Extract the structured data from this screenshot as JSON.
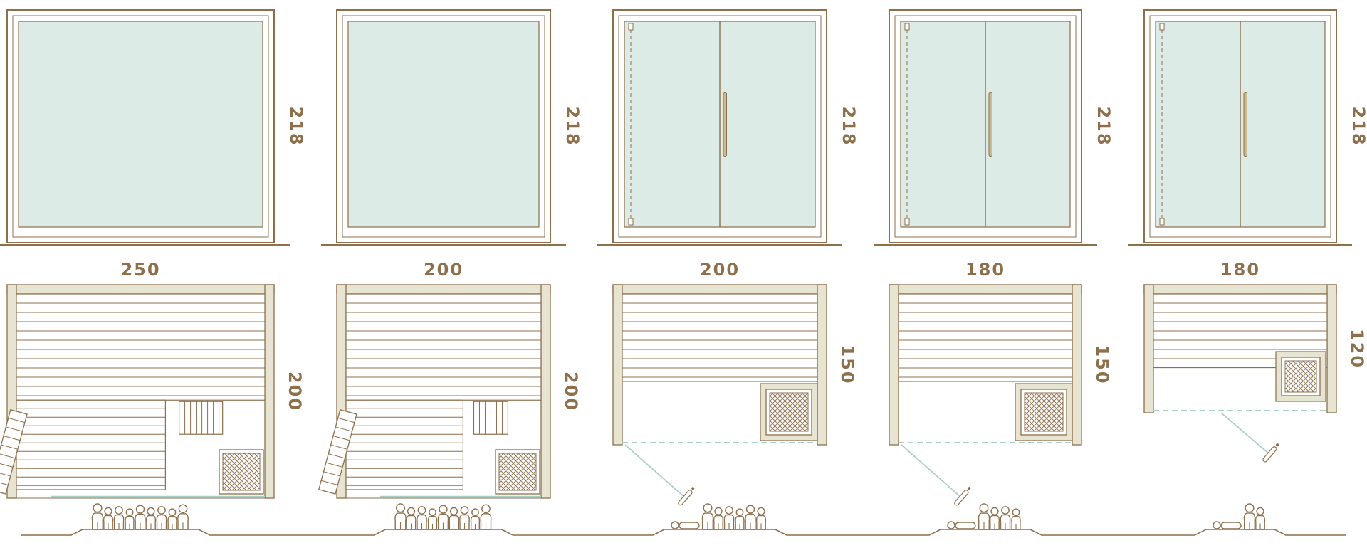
{
  "colors": {
    "line": "#8d6f4c",
    "text": "#8d6f4c",
    "glass": "#ddebe7",
    "wall": "#e7e4d2",
    "aqua": "#a9cfc8",
    "handle": "#cdbb92",
    "background": "#ffffff"
  },
  "models": [
    {
      "name": "sauna-250x200",
      "front": {
        "width_cm": 250,
        "height_cm": 218,
        "width_label": "250",
        "height_label": "218",
        "door_type": "full-glass"
      },
      "plan": {
        "depth_cm": 200,
        "depth_label": "200",
        "door": "hinged-leaf-open-left",
        "heater": "bottom-right",
        "benches": "upper-horizontal, lower-horizontal, side-vertical"
      },
      "capacity": {
        "standing": 9,
        "reclining": 0
      }
    },
    {
      "name": "sauna-200x200",
      "front": {
        "width_cm": 200,
        "height_cm": 218,
        "width_label": "200",
        "height_label": "218",
        "door_type": "full-glass"
      },
      "plan": {
        "depth_cm": 200,
        "depth_label": "200",
        "door": "hinged-leaf-open-left",
        "heater": "bottom-right",
        "benches": "upper-horizontal, lower-horizontal, side-vertical"
      },
      "capacity": {
        "standing": 9,
        "reclining": 0
      }
    },
    {
      "name": "sauna-200x150",
      "front": {
        "width_cm": 200,
        "height_cm": 218,
        "width_label": "200",
        "height_label": "218",
        "door_type": "double-glass-door"
      },
      "plan": {
        "depth_cm": 150,
        "depth_label": "150",
        "door": "swing-front-left",
        "heater": "bottom-right",
        "benches": "upper-horizontal"
      },
      "capacity": {
        "standing": 6,
        "reclining": 1
      }
    },
    {
      "name": "sauna-180x150",
      "front": {
        "width_cm": 180,
        "height_cm": 218,
        "width_label": "180",
        "height_label": "218",
        "door_type": "double-glass-door"
      },
      "plan": {
        "depth_cm": 150,
        "depth_label": "150",
        "door": "swing-front-left",
        "heater": "bottom-right",
        "benches": "upper-horizontal"
      },
      "capacity": {
        "standing": 4,
        "reclining": 1
      }
    },
    {
      "name": "sauna-180x120",
      "front": {
        "width_cm": 180,
        "height_cm": 218,
        "width_label": "180",
        "height_label": "218",
        "door_type": "double-glass-door"
      },
      "plan": {
        "depth_cm": 120,
        "depth_label": "120",
        "door": "swing-front-center",
        "heater": "right",
        "benches": "upper-horizontal"
      },
      "capacity": {
        "standing": 2,
        "reclining": 1
      }
    }
  ]
}
